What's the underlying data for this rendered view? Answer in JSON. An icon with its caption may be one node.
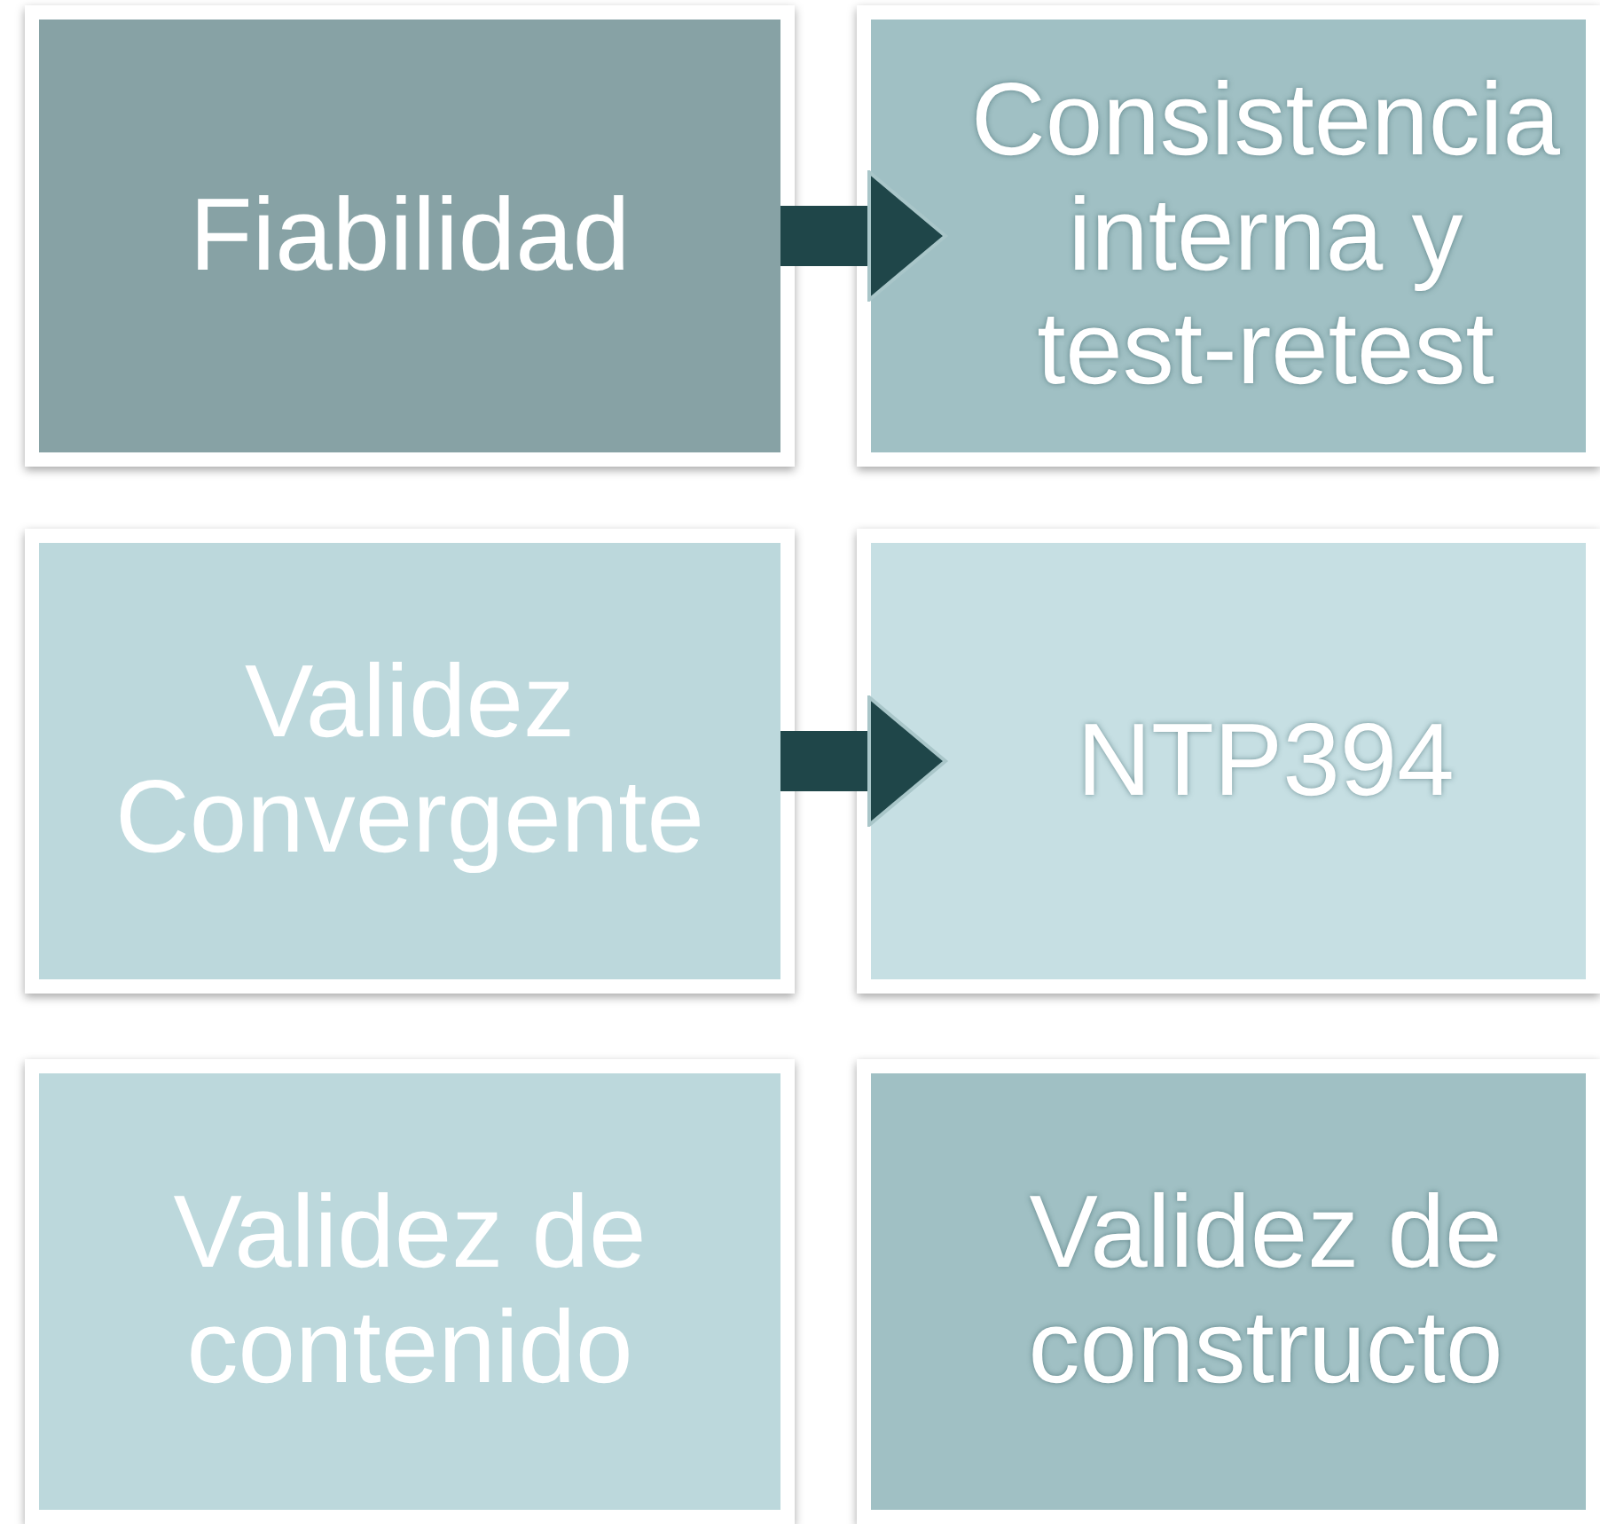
{
  "diagram": {
    "nodes": [
      {
        "text": [
          "Fiabilidad"
        ]
      },
      {
        "text": [
          "Consistencia interna y test-retest"
        ]
      },
      {
        "text": [
          "Validez Convergente"
        ]
      },
      {
        "text": [
          "NTP394"
        ]
      },
      {
        "text": [
          "Validez de contenido"
        ]
      },
      {
        "text": [
          "Validez de constructo"
        ]
      }
    ],
    "edges": [
      {
        "from": 0,
        "to": 1,
        "arrow": "to"
      },
      {
        "from": 2,
        "to": 3,
        "arrow": "to"
      }
    ]
  }
}
